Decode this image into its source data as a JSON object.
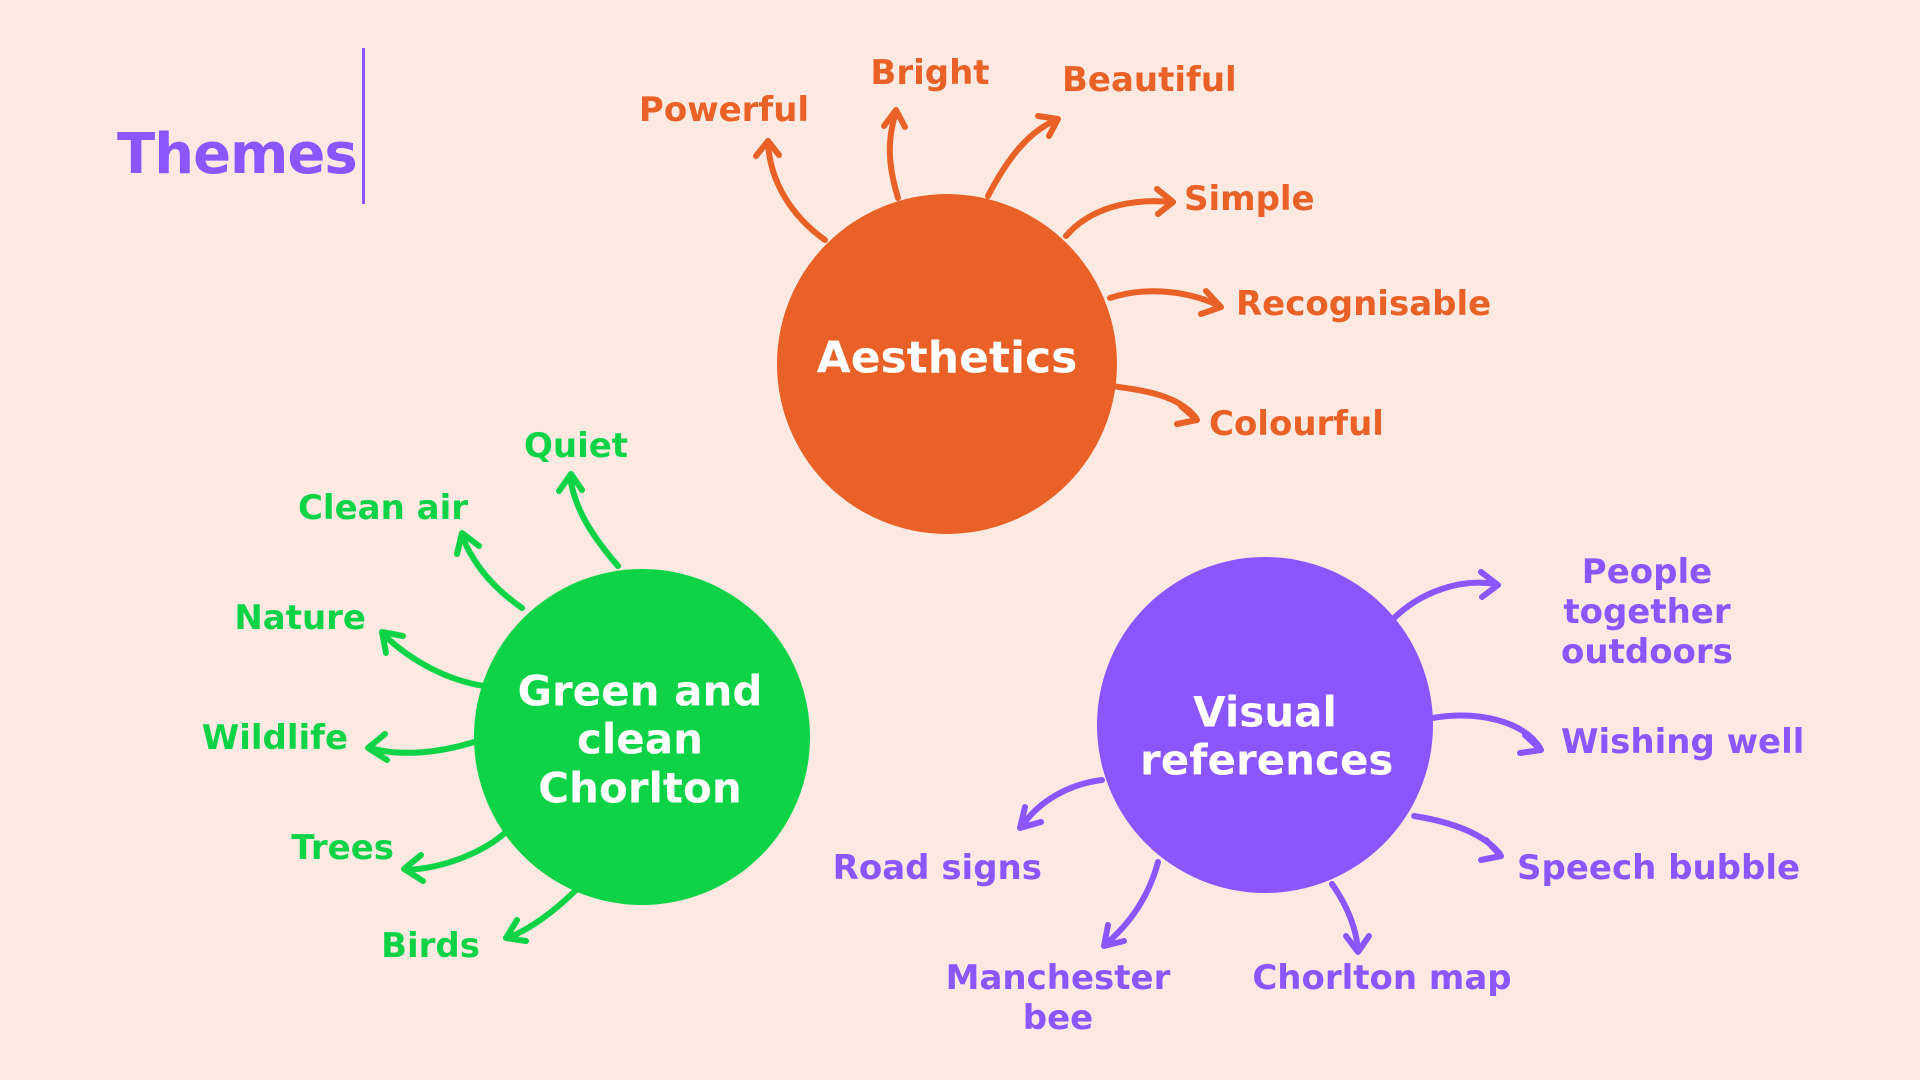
{
  "title": "Themes",
  "colors": {
    "background": "#fce9e1",
    "orange": "#ea6127",
    "green": "#0ed347",
    "purple": "#8b55ff"
  },
  "hubs": {
    "aesthetics": {
      "label": "Aesthetics",
      "leaves": [
        "Powerful",
        "Bright",
        "Beautiful",
        "Simple",
        "Recognisable",
        "Colourful"
      ]
    },
    "green": {
      "label": "Green and clean Chorlton",
      "leaves": [
        "Quiet",
        "Clean air",
        "Nature",
        "Wildlife",
        "Trees",
        "Birds"
      ]
    },
    "visual": {
      "label": "Visual references",
      "leaves": [
        "People together outdoors",
        "Wishing well",
        "Speech bubble",
        "Chorlton map",
        "Manchester bee",
        "Road signs"
      ]
    }
  }
}
